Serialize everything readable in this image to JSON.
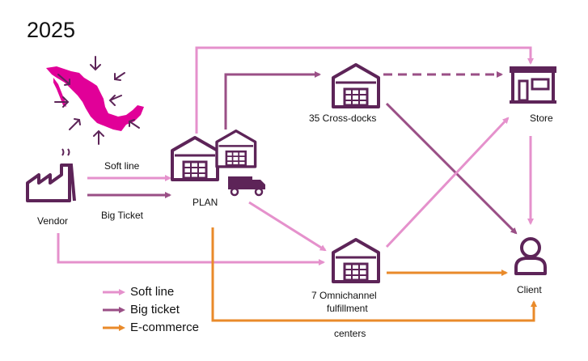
{
  "title": "2025",
  "colors": {
    "soft_line": "#e591cc",
    "big_ticket": "#9a4f86",
    "ecommerce": "#e98a2a",
    "icon": "#5d2458",
    "mexico": "#e10098"
  },
  "nodes": {
    "vendor": "Vendor",
    "plan": "PLAN",
    "cross_docks": "35 Cross-docks",
    "omni_line1": "7 Omnichannel",
    "omni_line2": "fulfillment",
    "omni_line3": "centers",
    "store": "Store",
    "client": "Client"
  },
  "edge_labels": {
    "soft_line": "Soft line",
    "big_ticket": "Big Ticket"
  },
  "legend": [
    {
      "label": "Soft line",
      "color_key": "soft_line"
    },
    {
      "label": "Big ticket",
      "color_key": "big_ticket"
    },
    {
      "label": "E-commerce",
      "color_key": "ecommerce"
    }
  ]
}
